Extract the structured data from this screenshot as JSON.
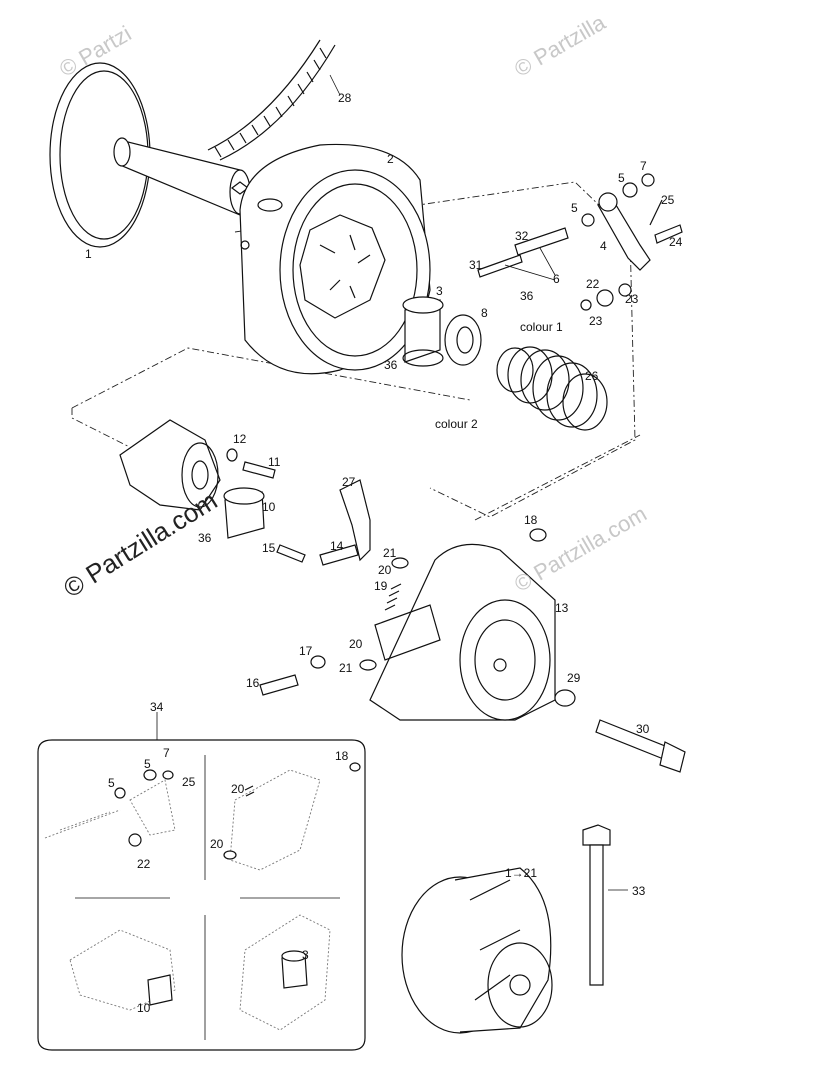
{
  "watermarks": {
    "main": "© Partzilla.com",
    "top_left": "© Partzi",
    "top_right": "© Partzilla",
    "mid_right": "© Partzilla.com"
  },
  "labels": {
    "p1": "1",
    "p2": "2",
    "p3": "3",
    "p4": "4",
    "p5a": "5",
    "p5b": "5",
    "p6": "6",
    "p7": "7",
    "p8": "8",
    "p10": "10",
    "p11": "11",
    "p12": "12",
    "p13": "13",
    "p14": "14",
    "p15": "15",
    "p16": "16",
    "p17": "17",
    "p18": "18",
    "p19": "19",
    "p20a": "20",
    "p20b": "20",
    "p21a": "21",
    "p21b": "21",
    "p22": "22",
    "p23a": "23",
    "p23b": "23",
    "p24": "24",
    "p25": "25",
    "p26": "26",
    "p27": "27",
    "p28": "28",
    "p29": "29",
    "p30": "30",
    "p31": "31",
    "p32": "32",
    "p33": "33",
    "p34": "34",
    "p36a": "36",
    "p36b": "36",
    "p36c": "36",
    "colour1": "colour 1",
    "colour2": "colour 2"
  },
  "inset_labels": {
    "i5a": "5",
    "i5b": "5",
    "i7": "7",
    "i25": "25",
    "i22": "22",
    "i18": "18",
    "i20a": "20",
    "i20b": "20",
    "i3": "3",
    "i10": "10",
    "i121": "1→21"
  }
}
